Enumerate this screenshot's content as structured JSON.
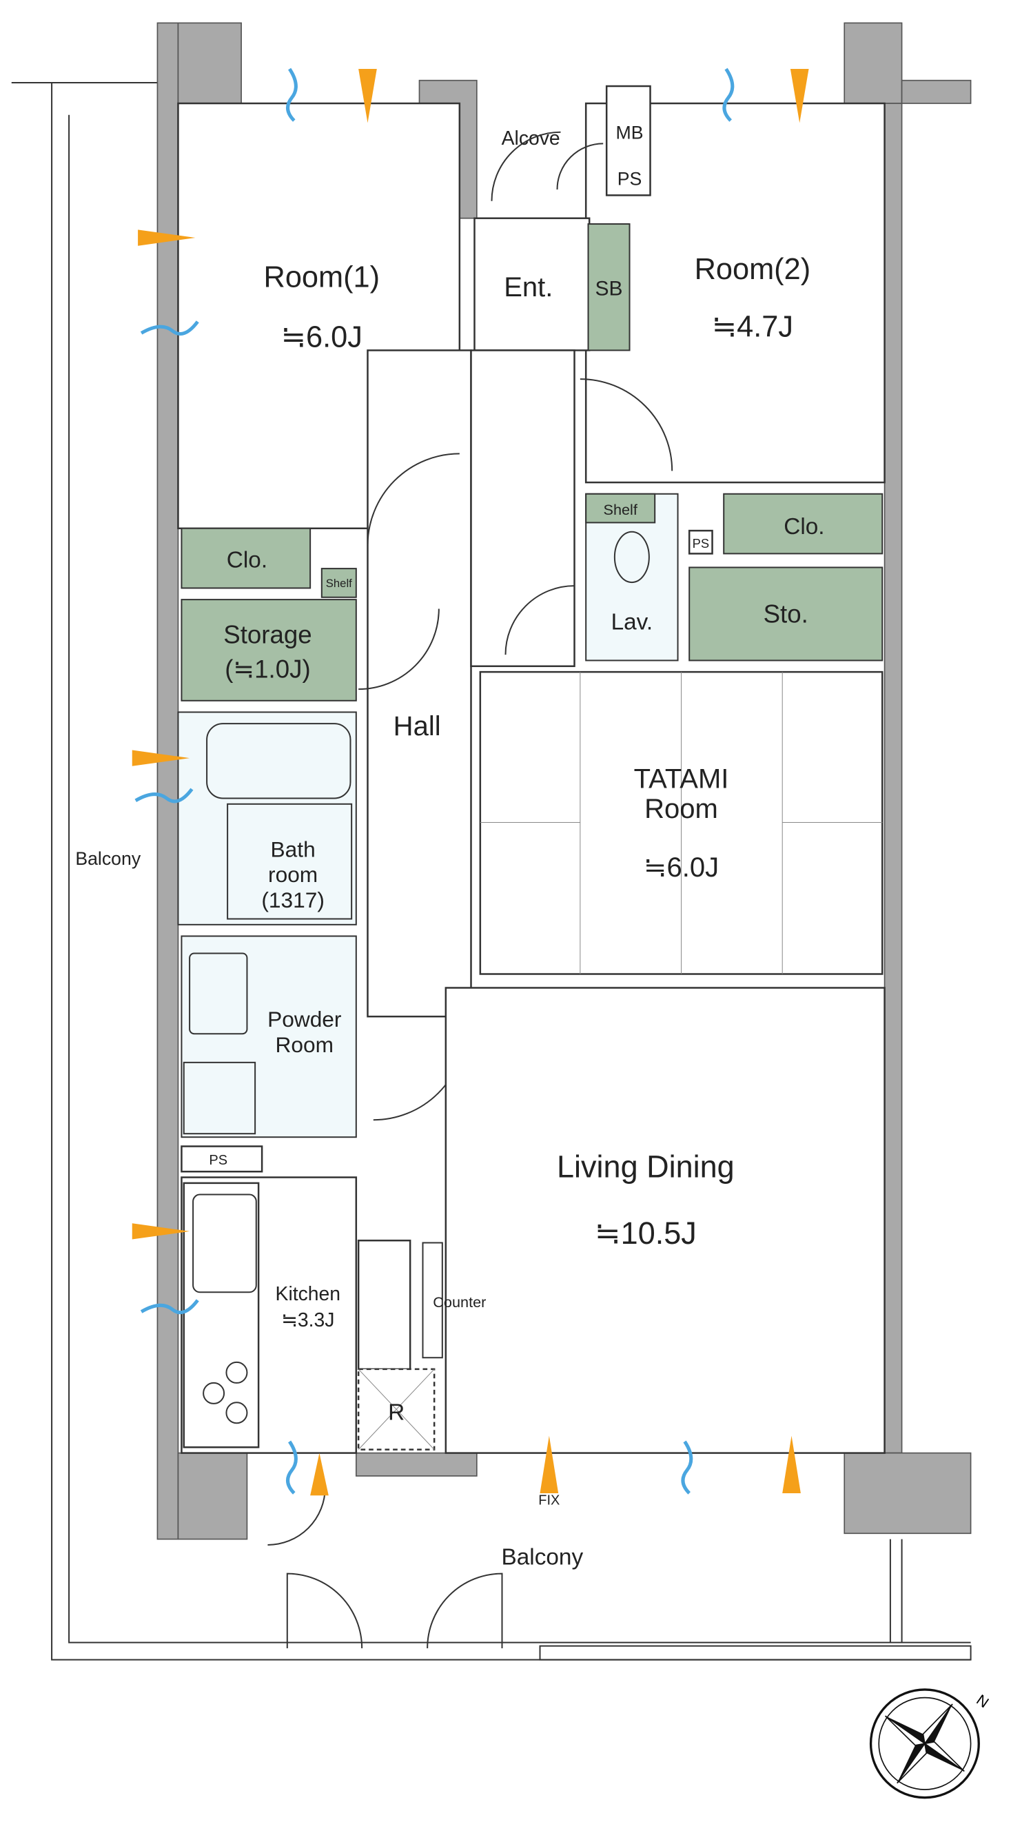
{
  "rooms": {
    "room1": {
      "name": "Room(1)",
      "size": "≒6.0J"
    },
    "room2": {
      "name": "Room(2)",
      "size": "≒4.7J"
    },
    "entrance": "Ent.",
    "shoe_box": "SB",
    "alcove": "Alcove",
    "meter_box": "MB",
    "pipe_space": "PS",
    "closet": "Clo.",
    "shelf": "Shelf",
    "storage": {
      "name": "Storage",
      "size": "(≒1.0J)"
    },
    "lavatory": "Lav.",
    "pipe_space_small": "PS",
    "sto": "Sto.",
    "hall": "Hall",
    "tatami": {
      "line1": "TATAMI",
      "line2": "Room",
      "size": "≒6.0J"
    },
    "bath": {
      "line1": "Bath",
      "line2": "room",
      "line3": "(1317)"
    },
    "powder": {
      "line1": "Powder",
      "line2": "Room"
    },
    "ps_kitchen": "PS",
    "kitchen": {
      "name": "Kitchen",
      "size": "≒3.3J"
    },
    "counter": "Counter",
    "refrigerator": "R",
    "living": {
      "name": "Living Dining",
      "size": "≒10.5J"
    },
    "fix": "FIX",
    "balcony_side": "Balcony",
    "balcony_bottom": "Balcony"
  },
  "compass": {
    "north_label": "N"
  },
  "colors": {
    "storage_green": "#a6bfa6",
    "wet_area": "#f1f9fb",
    "wall": "#a9a9a9",
    "airflow_in": "#f5a01a",
    "airflow_out": "#4aa6e0"
  }
}
